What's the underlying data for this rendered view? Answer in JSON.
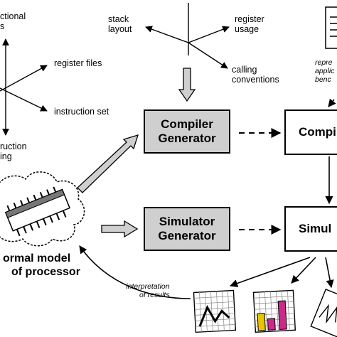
{
  "axes_left": {
    "top": [
      "ctional",
      "s"
    ],
    "register_files": "register files",
    "instruction_set": "instruction set",
    "bottom": [
      "ruction",
      "ing"
    ]
  },
  "axes_top": {
    "stack_layout": [
      "stack",
      "layout"
    ],
    "register_usage": [
      "register",
      "usage"
    ],
    "calling_conventions": [
      "calling",
      "conventions"
    ]
  },
  "benchmarks_caption": [
    "repre",
    "applic",
    "benc"
  ],
  "boxes": {
    "compiler_generator": [
      "Compiler",
      "Generator"
    ],
    "simulator_generator": [
      "Simulator",
      "Generator"
    ],
    "compiler": "Compi",
    "simulator": "Simul"
  },
  "model_label": [
    "ormal model",
    "of processor"
  ],
  "interpretation": [
    "interpretation",
    "of results"
  ],
  "icons": [
    "chip-icon",
    "line-chart-icon",
    "bar-chart-icon",
    "report-icon"
  ],
  "colors": {
    "generator_fill": "#cfcfcf",
    "arrow_fill": "#cfcfcf",
    "stroke": "#000000"
  }
}
